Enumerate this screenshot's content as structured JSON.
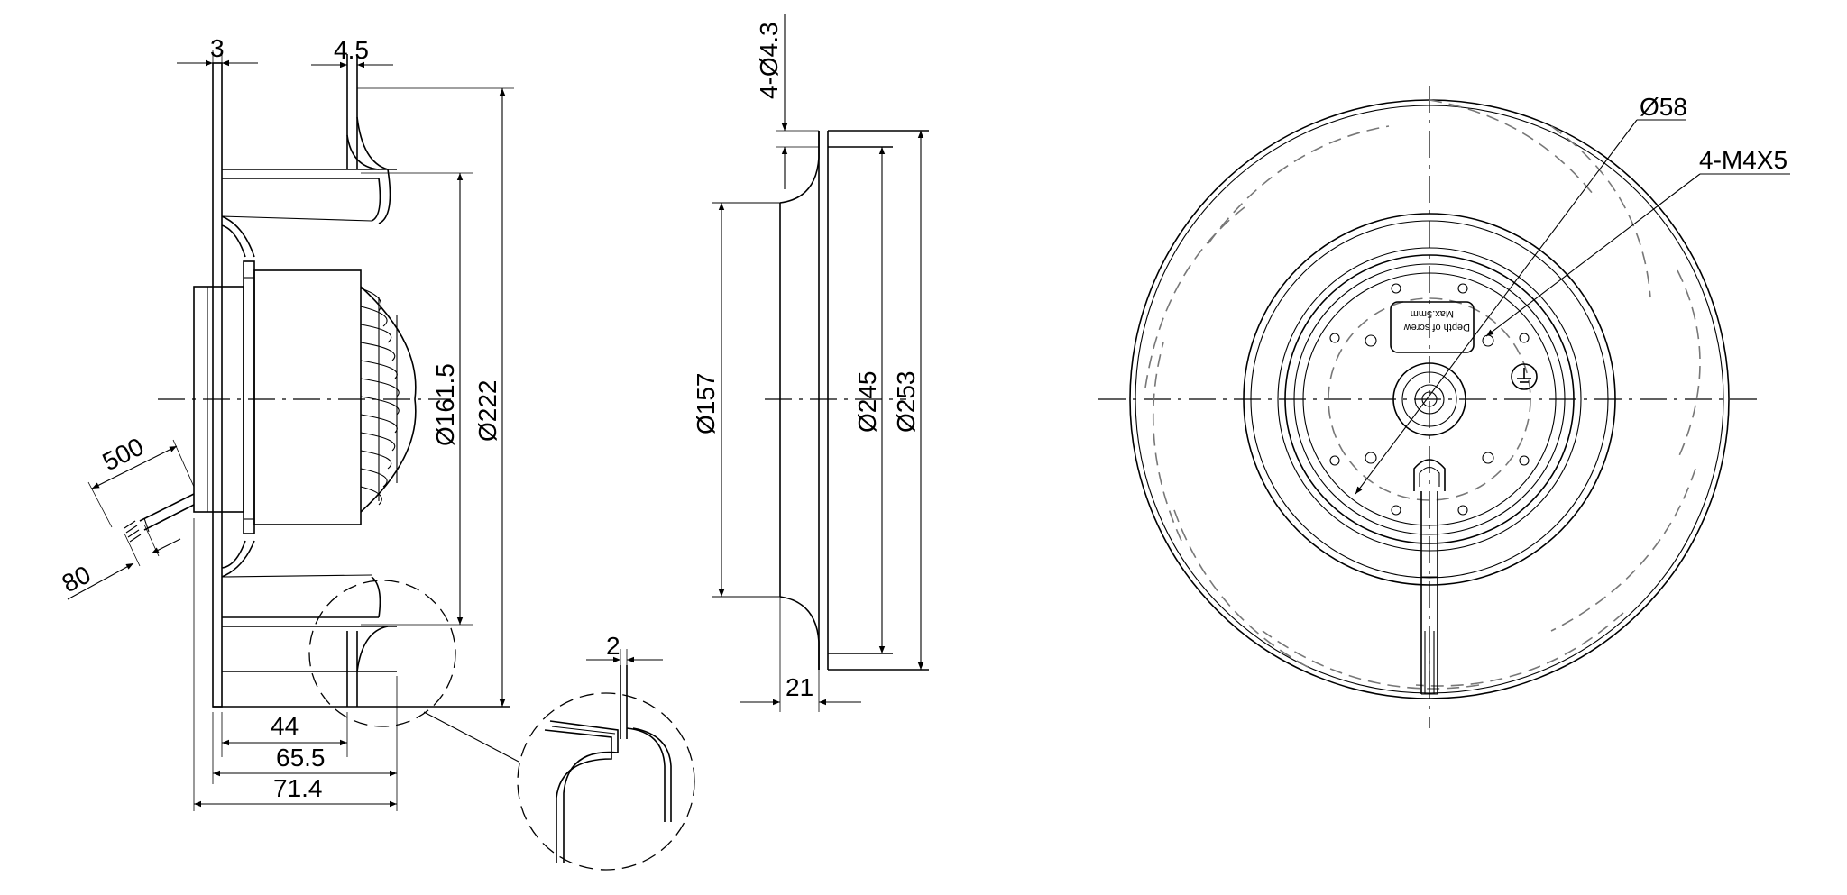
{
  "dimensions": {
    "side_width_3": "3",
    "side_width_4_5": "4.5",
    "cable_500": "500",
    "cable_80": "80",
    "dia_161_5": "Ø161.5",
    "dia_222": "Ø222",
    "len_44": "44",
    "len_65_5": "65.5",
    "len_71_4": "71.4",
    "detail_2": "2",
    "holes_4x4_3": "4-Ø4.3",
    "dia_157": "Ø157",
    "dia_245": "Ø245",
    "dia_253": "Ø253",
    "len_21": "21",
    "dia_58": "Ø58",
    "thread_4_m4x5": "4-M4X5"
  },
  "label_plate": {
    "line1": "Depth of screw",
    "line2": "Max.5mm"
  }
}
